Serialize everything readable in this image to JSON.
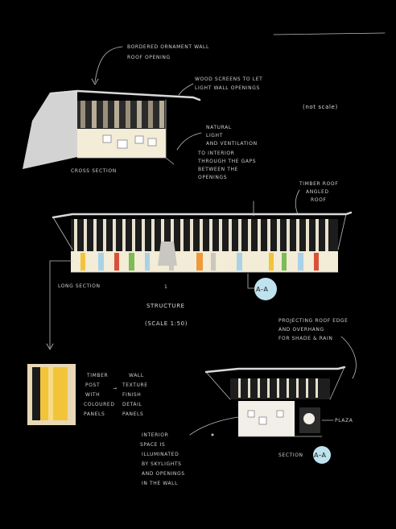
{
  "annotations": {
    "top_left_note": [
      "BORDERED ORNAMENT WALL",
      "ROOF OPENING"
    ],
    "top_right_note": [
      "WOOD SCREENS TO LET",
      "LIGHT WALL OPENINGS"
    ],
    "bracket_note": "(not scale)",
    "side_note_1": [
      "NATURAL",
      "LIGHT",
      "AND VENTILATION",
      "TO INTERIOR",
      "THROUGH THE GAPS",
      "BETWEEN THE",
      "OPENINGS"
    ],
    "top_section_label": "CROSS SECTION",
    "right_upper_note": [
      "TIMBER ROOF",
      "ANGLED",
      "ROOF"
    ],
    "long_section_label": "LONG SECTION",
    "marker_a": "A–A",
    "center_note_1": "STRUCTURE",
    "center_note_2": "(SCALE 1:50)",
    "right_mid_note": [
      "PROJECTING ROOF EDGE",
      "AND OVERHANG",
      "FOR SHADE & RAIN"
    ],
    "detail_notes_left": [
      "TIMBER",
      "POST",
      "WITH",
      "COLOURED",
      "PANELS"
    ],
    "detail_notes_right": [
      "WALL",
      "TEXTURE",
      "FINISH",
      "DETAIL",
      "PANELS"
    ],
    "bottom_left_note": [
      "INTERIOR",
      "SPACE IS",
      "ILLUMINATED",
      "BY SKYLIGHTS",
      "AND OPENINGS",
      "IN THE WALL"
    ],
    "bottom_right_note": "PLAZA",
    "bottom_section_label": "SECTION",
    "marker_b": "A–A"
  },
  "colors": {
    "background": "#000000",
    "wall": "#f3ecd6",
    "shadow": "#d3d3d3",
    "marker": "#bfe3ee",
    "panel_yellow": "#f2c43a",
    "panel_blue": "#a9d2e8",
    "panel_red": "#d9503a",
    "panel_green": "#7dbb56",
    "panel_orange": "#ef9a3a",
    "panel_grey": "#c9c7c0"
  },
  "icons": {
    "marker_a": "section-marker-circle",
    "marker_b": "section-marker-circle"
  }
}
